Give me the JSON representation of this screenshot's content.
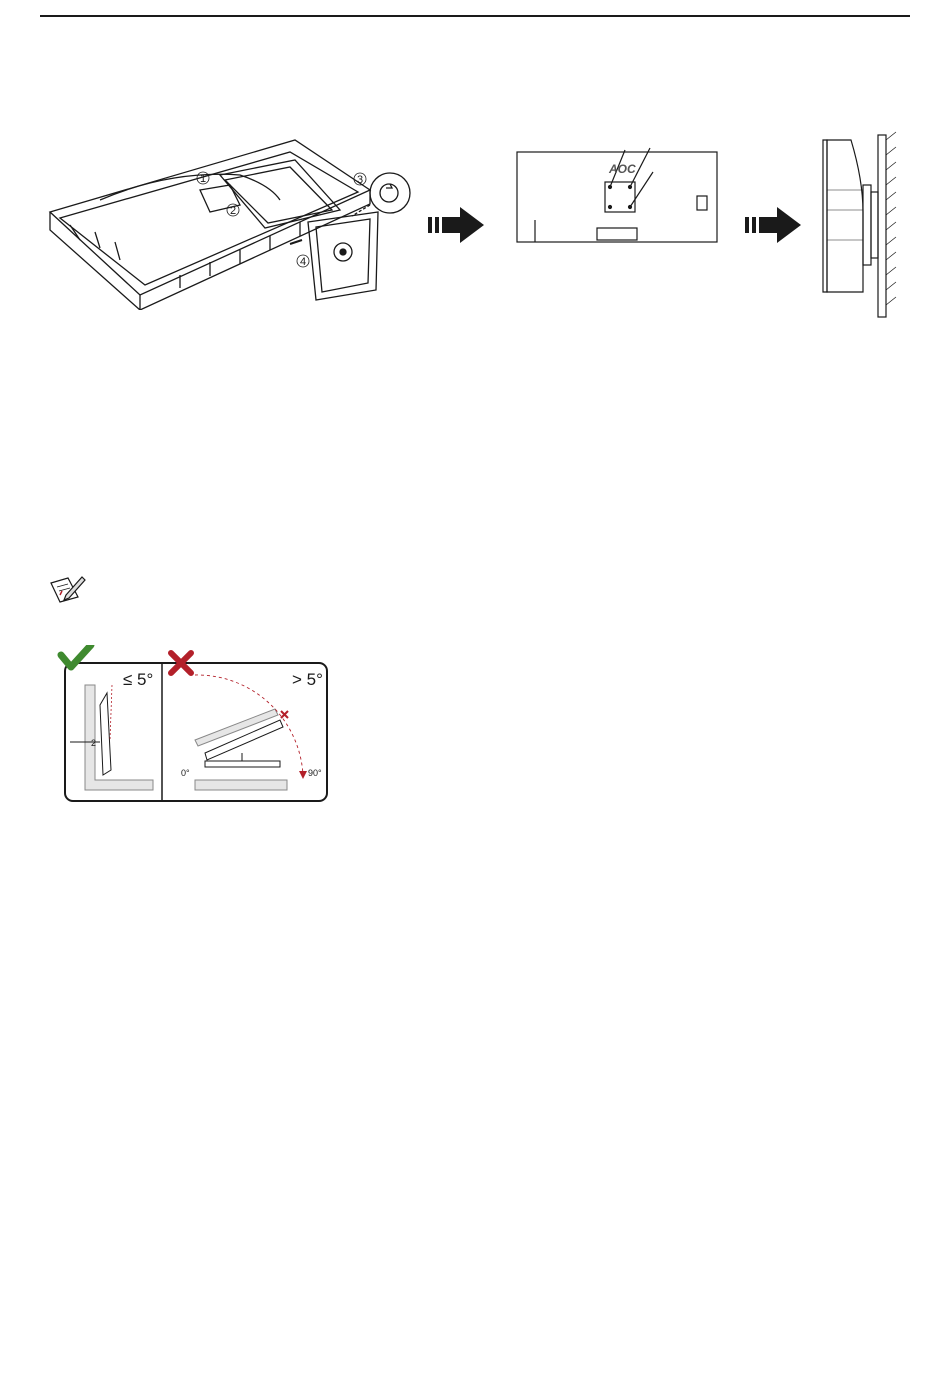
{
  "steps": {
    "s1": "1",
    "s2": "2",
    "s3": "3",
    "s4": "4"
  },
  "monitor": {
    "logo": "AOC"
  },
  "tilt": {
    "ok_label": "≤ 5°",
    "bad_label": "> 5°",
    "zero_label": "0°",
    "ninety_label": "90°",
    "small_label": "2"
  },
  "colors": {
    "check": "#3f8a2f",
    "cross": "#b3202a",
    "line": "#1a1a1a"
  }
}
